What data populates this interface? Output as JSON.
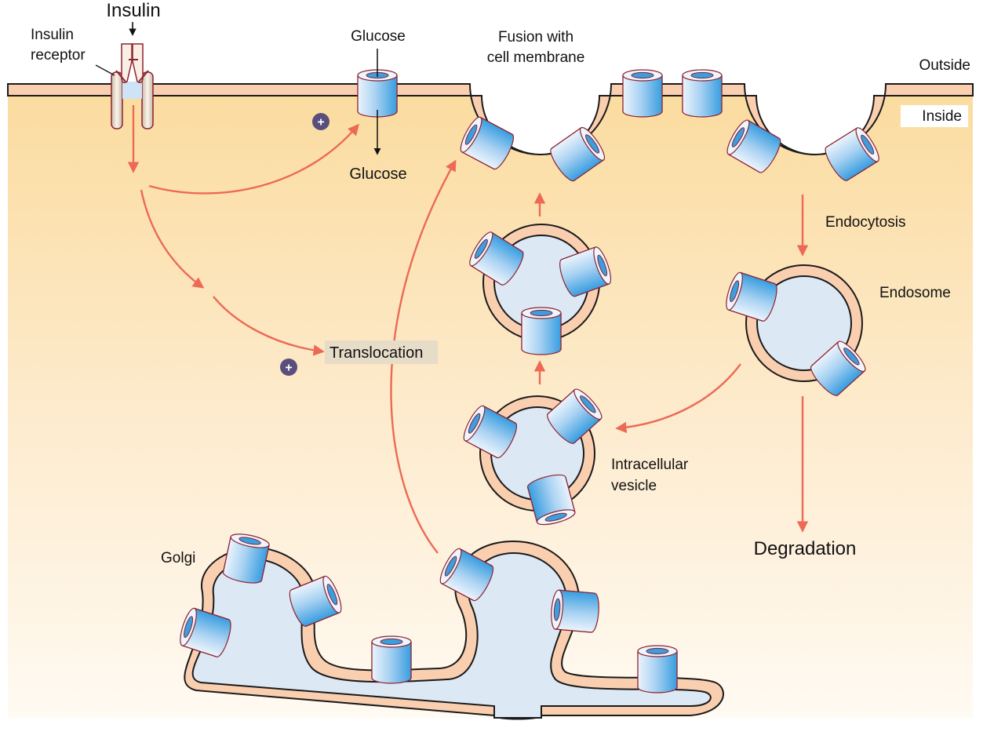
{
  "labels": {
    "insulin": "Insulin",
    "insulin_receptor": [
      "Insulin",
      "receptor"
    ],
    "glucose_outside": "Glucose",
    "glucose_inside": "Glucose",
    "fusion": [
      "Fusion with",
      "cell membrane"
    ],
    "outside": "Outside",
    "inside": "Inside",
    "endocytosis": "Endocytosis",
    "endosome": "Endosome",
    "translocation": "Translocation",
    "intracellular_vesicle": [
      "Intracellular",
      "vesicle"
    ],
    "degradation": "Degradation",
    "golgi": "Golgi",
    "plus_symbol": "+"
  },
  "colors": {
    "cytoplasm_top": "#fbdca0",
    "cytoplasm_bottom": "#fffaf2",
    "membrane": "#f9cfb0",
    "outline": "#1a1a1a",
    "lumen": "#dde8f5",
    "transporter_dark": "#3a9ee0",
    "transporter_light": "#e6f1fb",
    "transporter_edge": "#8c2230",
    "arrow": "#ec6a55",
    "plus_badge": "#5a4e7c",
    "translocation_box": "#e6dcc8"
  }
}
